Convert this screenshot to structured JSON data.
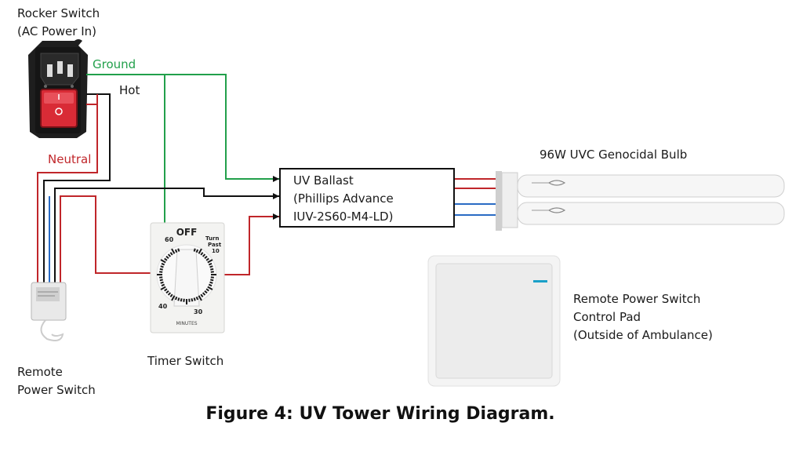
{
  "labels": {
    "rocker_line1": "Rocker Switch",
    "rocker_line2": "(AC Power In)",
    "ground": "Ground",
    "hot": "Hot",
    "neutral": "Neutral",
    "ballast_line1": "UV Ballast",
    "ballast_line2": "(Phillips Advance",
    "ballast_line3": "IUV-2S60-M4-LD)",
    "bulb": "96W UVC Genocidal Bulb",
    "remote_switch_line1": "Remote",
    "remote_switch_line2": "Power Switch",
    "timer": "Timer Switch",
    "pad_line1": "Remote Power Switch",
    "pad_line2": "Control Pad",
    "pad_line3": "(Outside of Ambulance)"
  },
  "timer_dial": {
    "off": "OFF",
    "turn": "Turn",
    "past": "Past",
    "ten": "10",
    "sixty": "60",
    "forty": "40",
    "thirty": "30",
    "minutes": "MINUTES"
  },
  "caption": "Figure 4: UV Tower Wiring Diagram.",
  "colors": {
    "ground": "#22a04b",
    "hot": "#111111",
    "neutral": "#c0262a",
    "red_wire": "#c0262a",
    "blue_wire": "#2a6bc4",
    "rocker_red": "#d92b36"
  }
}
